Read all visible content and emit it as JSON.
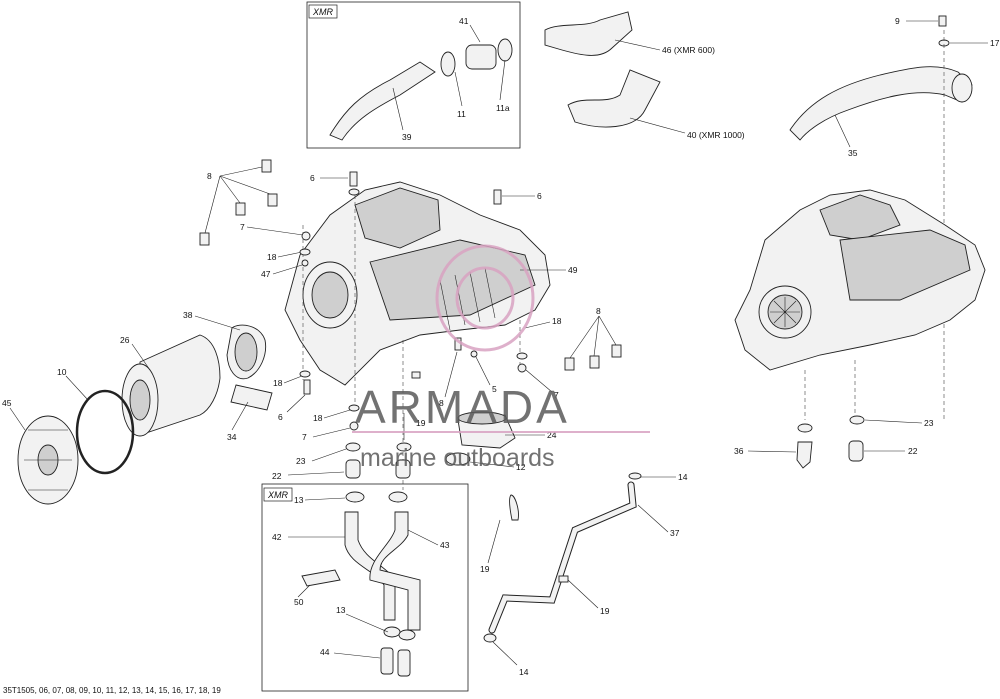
{
  "callouts": {
    "c41": "41",
    "c46": "46 (XMR 600)",
    "c11": "11",
    "c11a": "11a",
    "c39": "39",
    "c40": "40 (XMR 1000)",
    "c9": "9",
    "c17": "17",
    "c35": "35",
    "c8a": "8",
    "c6a": "6",
    "c6b": "6",
    "c7a": "7",
    "c18a": "18",
    "c47": "47",
    "c49": "49",
    "c38": "38",
    "c26": "26",
    "c10": "10",
    "c45": "45",
    "c34": "34",
    "c18b": "18",
    "c6c": "6",
    "c18c": "18",
    "c7b": "7",
    "c8b": "8",
    "c18d": "18",
    "c7c": "7",
    "c8c": "8",
    "c5": "5",
    "c19a": "19",
    "c24": "24",
    "c12": "12",
    "c23a": "23",
    "c22a": "22",
    "c13a": "13",
    "c42": "42",
    "c43": "43",
    "c50": "50",
    "c13b": "13",
    "c44": "44",
    "c19b": "19",
    "c37": "37",
    "c14a": "14",
    "c19c": "19",
    "c14b": "14",
    "c23b": "23",
    "c36": "36",
    "c22b": "22"
  },
  "boxes": {
    "xmr_top": "XMR",
    "xmr_bottom": "XMR"
  },
  "watermark": {
    "brand": "ARMADA",
    "tagline": "marine outboards"
  },
  "footer": {
    "code": "35T1505, 06, 07, 08, 09, 10, 11, 12, 13, 14, 15, 16, 17, 18, 19"
  }
}
